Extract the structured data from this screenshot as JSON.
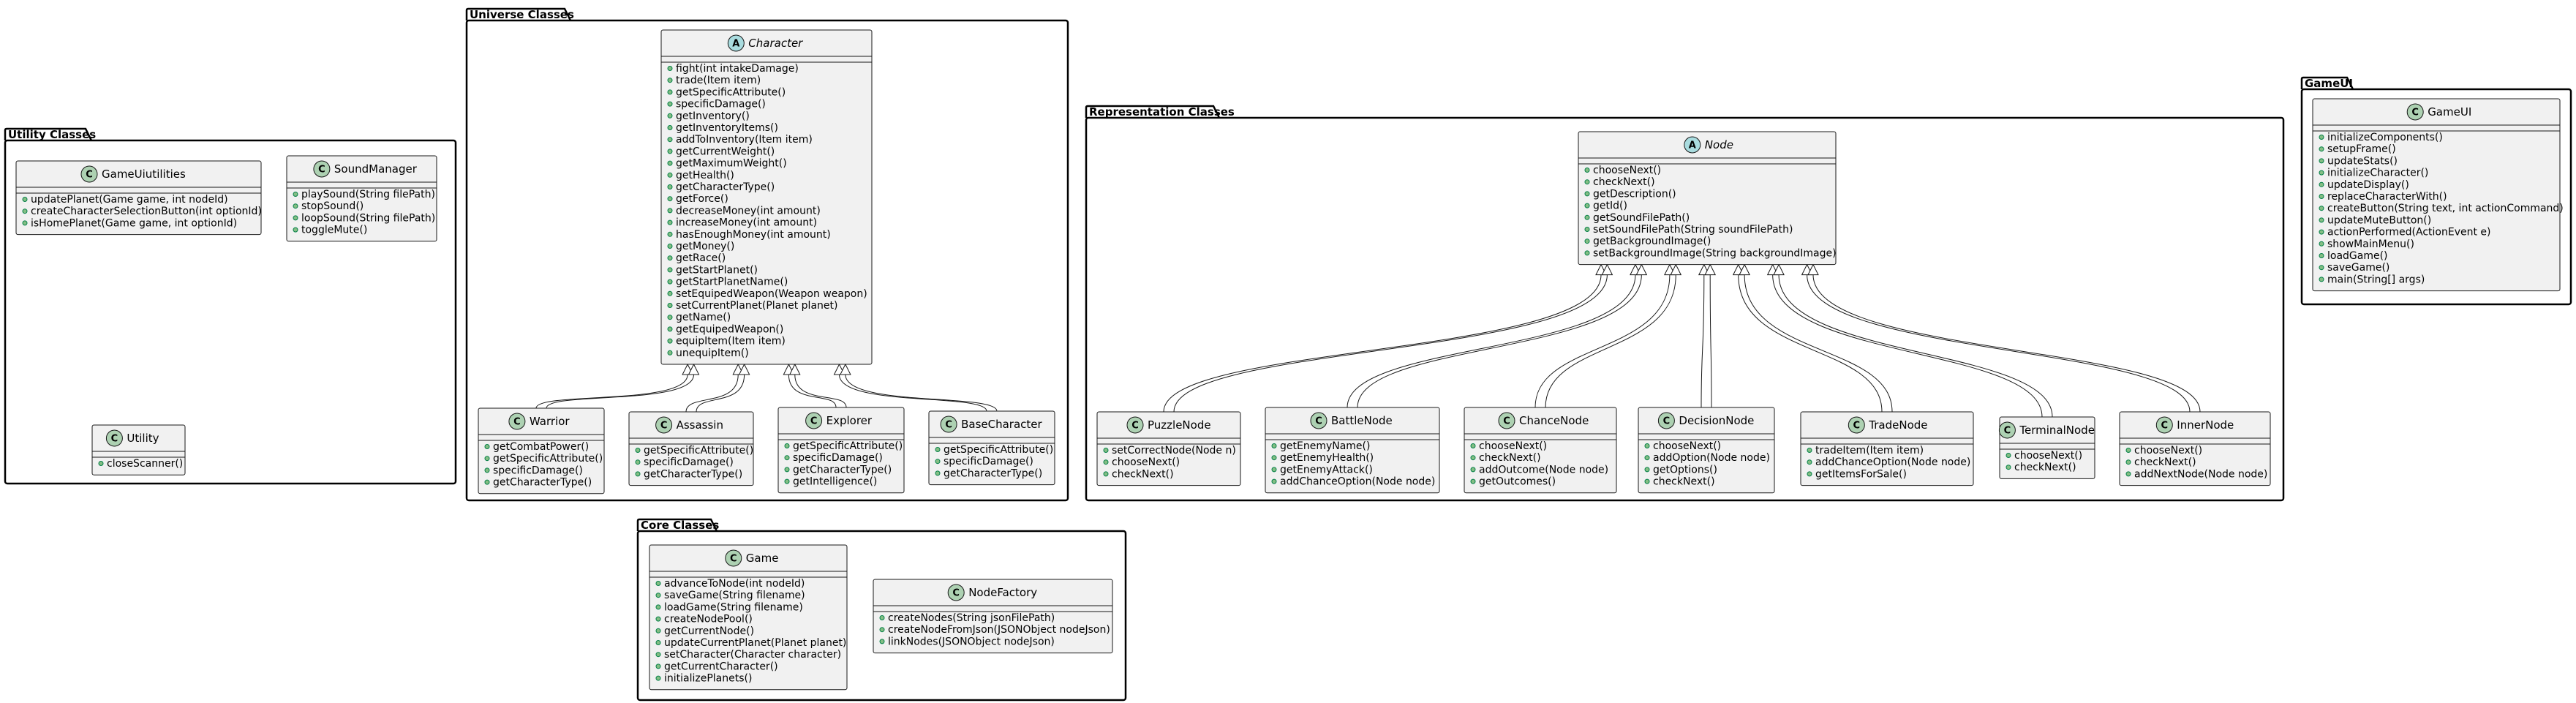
{
  "packages": [
    {
      "title": "Utility Classes"
    },
    {
      "title": "Universe Classes"
    },
    {
      "title": "Representation Classes"
    },
    {
      "title": "GameUI"
    },
    {
      "title": "Core Classes"
    }
  ],
  "classes": [
    {
      "name": "GameUiutilities",
      "stereotype": "C",
      "abstract": false,
      "members": [
        "updatePlanet(Game game, int nodeId)",
        "createCharacterSelectionButton(int optionId)",
        "isHomePlanet(Game game, int optionId)"
      ]
    },
    {
      "name": "SoundManager",
      "stereotype": "C",
      "abstract": false,
      "members": [
        "playSound(String filePath)",
        "stopSound()",
        "loopSound(String filePath)",
        "toggleMute()"
      ]
    },
    {
      "name": "Utility",
      "stereotype": "C",
      "abstract": false,
      "members": [
        "closeScanner()"
      ]
    },
    {
      "name": "Character",
      "stereotype": "A",
      "abstract": true,
      "members": [
        "fight(int intakeDamage)",
        "trade(Item item)",
        "getSpecificAttribute()",
        "specificDamage()",
        "getInventory()",
        "getInventoryItems()",
        "addToInventory(Item item)",
        "getCurrentWeight()",
        "getMaximumWeight()",
        "getHealth()",
        "getCharacterType()",
        "getForce()",
        "decreaseMoney(int amount)",
        "increaseMoney(int amount)",
        "hasEnoughMoney(int amount)",
        "getMoney()",
        "getRace()",
        "getStartPlanet()",
        "getStartPlanetName()",
        "setEquipedWeapon(Weapon weapon)",
        "setCurrentPlanet(Planet planet)",
        "getName()",
        "getEquipedWeapon()",
        "equipItem(Item item)",
        "unequipItem()"
      ]
    },
    {
      "name": "Warrior",
      "stereotype": "C",
      "abstract": false,
      "members": [
        "getCombatPower()",
        "getSpecificAttribute()",
        "specificDamage()",
        "getCharacterType()"
      ]
    },
    {
      "name": "Assassin",
      "stereotype": "C",
      "abstract": false,
      "members": [
        "getSpecificAttribute()",
        "specificDamage()",
        "getCharacterType()"
      ]
    },
    {
      "name": "Explorer",
      "stereotype": "C",
      "abstract": false,
      "members": [
        "getSpecificAttribute()",
        "specificDamage()",
        "getCharacterType()",
        "getIntelligence()"
      ]
    },
    {
      "name": "BaseCharacter",
      "stereotype": "C",
      "abstract": false,
      "members": [
        "getSpecificAttribute()",
        "specificDamage()",
        "getCharacterType()"
      ]
    },
    {
      "name": "Node",
      "stereotype": "A",
      "abstract": true,
      "members": [
        "chooseNext()",
        "checkNext()",
        "getDescription()",
        "getId()",
        "getSoundFilePath()",
        "setSoundFilePath(String soundFilePath)",
        "getBackgroundImage()",
        "setBackgroundImage(String backgroundImage)"
      ]
    },
    {
      "name": "PuzzleNode",
      "stereotype": "C",
      "abstract": false,
      "members": [
        "setCorrectNode(Node n)",
        "chooseNext()",
        "checkNext()"
      ]
    },
    {
      "name": "BattleNode",
      "stereotype": "C",
      "abstract": false,
      "members": [
        "getEnemyName()",
        "getEnemyHealth()",
        "getEnemyAttack()",
        "addChanceOption(Node node)"
      ]
    },
    {
      "name": "ChanceNode",
      "stereotype": "C",
      "abstract": false,
      "members": [
        "chooseNext()",
        "checkNext()",
        "addOutcome(Node node)",
        "getOutcomes()"
      ]
    },
    {
      "name": "DecisionNode",
      "stereotype": "C",
      "abstract": false,
      "members": [
        "chooseNext()",
        "addOption(Node node)",
        "getOptions()",
        "checkNext()"
      ]
    },
    {
      "name": "TradeNode",
      "stereotype": "C",
      "abstract": false,
      "members": [
        "tradeItem(Item item)",
        "addChanceOption(Node node)",
        "getItemsForSale()"
      ]
    },
    {
      "name": "TerminalNode",
      "stereotype": "C",
      "abstract": false,
      "members": [
        "chooseNext()",
        "checkNext()"
      ]
    },
    {
      "name": "InnerNode",
      "stereotype": "C",
      "abstract": false,
      "members": [
        "chooseNext()",
        "checkNext()",
        "addNextNode(Node node)"
      ]
    },
    {
      "name": "GameUI",
      "stereotype": "C",
      "abstract": false,
      "members": [
        "initializeComponents()",
        "setupFrame()",
        "updateStats()",
        "initializeCharacter()",
        "updateDisplay()",
        "replaceCharacterWith()",
        "createButton(String text, int actionCommand)",
        "updateMuteButton()",
        "actionPerformed(ActionEvent e)",
        "showMainMenu()",
        "loadGame()",
        "saveGame()",
        "main(String[] args)"
      ]
    },
    {
      "name": "Game",
      "stereotype": "C",
      "abstract": false,
      "members": [
        "advanceToNode(int nodeId)",
        "saveGame(String filename)",
        "loadGame(String filename)",
        "createNodePool()",
        "getCurrentNode()",
        "updateCurrentPlanet(Planet planet)",
        "setCharacter(Character character)",
        "getCurrentCharacter()",
        "initializePlanets()"
      ]
    },
    {
      "name": "NodeFactory",
      "stereotype": "C",
      "abstract": false,
      "members": [
        "createNodes(String jsonFilePath)",
        "createNodeFromJson(JSONObject nodeJson)",
        "linkNodes(JSONObject nodeJson)"
      ]
    }
  ],
  "inheritance": [
    {
      "child": "Warrior",
      "parent": "Character",
      "links": 2
    },
    {
      "child": "Assassin",
      "parent": "Character",
      "links": 2
    },
    {
      "child": "Explorer",
      "parent": "Character",
      "links": 2
    },
    {
      "child": "BaseCharacter",
      "parent": "Character",
      "links": 2
    },
    {
      "child": "PuzzleNode",
      "parent": "Node",
      "links": 2
    },
    {
      "child": "BattleNode",
      "parent": "Node",
      "links": 2
    },
    {
      "child": "ChanceNode",
      "parent": "Node",
      "links": 2
    },
    {
      "child": "DecisionNode",
      "parent": "Node",
      "links": 2
    },
    {
      "child": "TradeNode",
      "parent": "Node",
      "links": 2
    },
    {
      "child": "TerminalNode",
      "parent": "Node",
      "links": 2
    },
    {
      "child": "InnerNode",
      "parent": "Node",
      "links": 2
    }
  ],
  "colors": {
    "class_fill": "#f1f1f1",
    "class_badge": "#add1b2",
    "abstract_badge": "#a9dcdf",
    "visibility_dot": "#84be84",
    "line": "#181818"
  }
}
